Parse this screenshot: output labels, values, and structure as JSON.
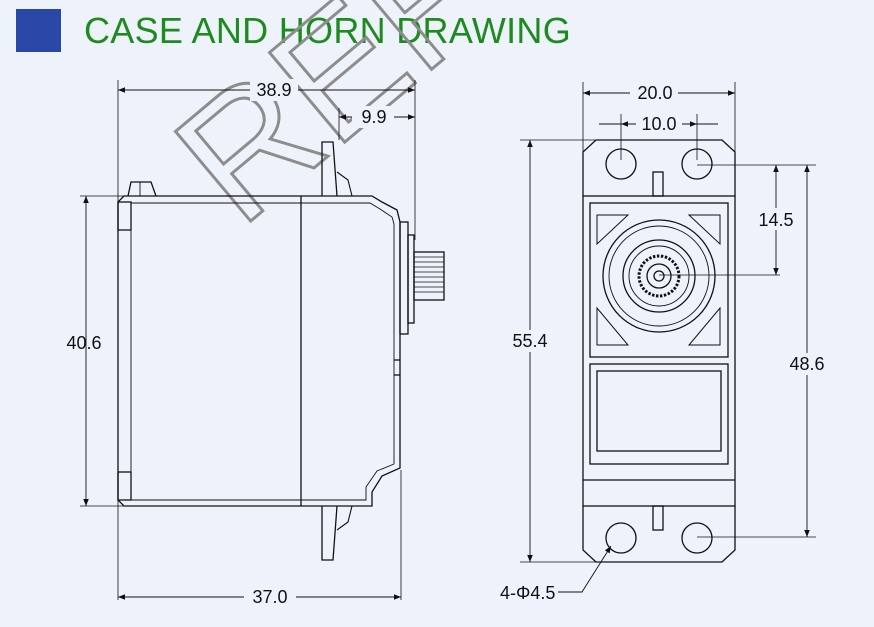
{
  "header": {
    "title": "CASE AND HORN DRAWING",
    "accent_color": "#2a48a8",
    "title_color": "#1f8a1f"
  },
  "watermark": {
    "text": "REF"
  },
  "side_view": {
    "overall_length": "38.9",
    "flange_offset": "9.9",
    "height": "40.6",
    "body_length": "37.0"
  },
  "front_view": {
    "flange_width": "20.0",
    "hole_spacing": "10.0",
    "shaft_offset": "14.5",
    "overall_height": "55.4",
    "hole_pitch": "48.6",
    "hole_callout": "4-Φ4.5"
  }
}
